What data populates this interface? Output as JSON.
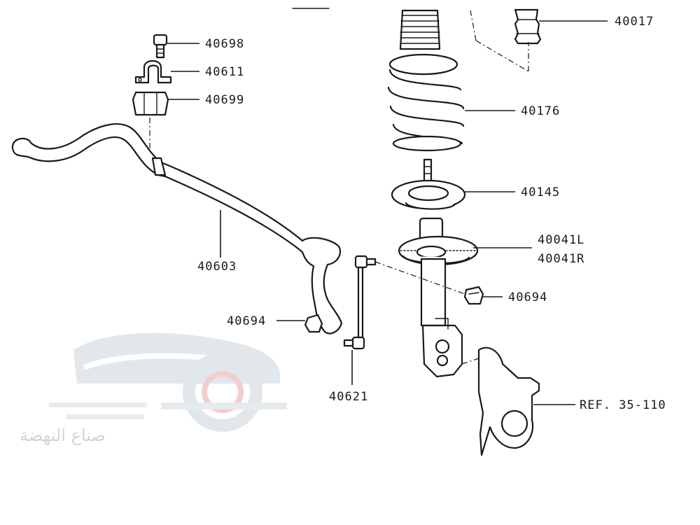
{
  "labels": {
    "p40017": "40017",
    "p40698": "40698",
    "p40611": "40611",
    "p40699": "40699",
    "p40176": "40176",
    "p40145": "40145",
    "p40603": "40603",
    "p40041L": "40041L",
    "p40041R": "40041R",
    "p40694_right": "40694",
    "p40694_left": "40694",
    "p40621": "40621",
    "ref": "REF. 35-110"
  },
  "watermark": {
    "text": "صناع النهضة",
    "color": "#c9d0d6",
    "accent_color": "#f2c9c9"
  },
  "colors": {
    "ink": "#1a1a1a",
    "background": "#ffffff"
  }
}
